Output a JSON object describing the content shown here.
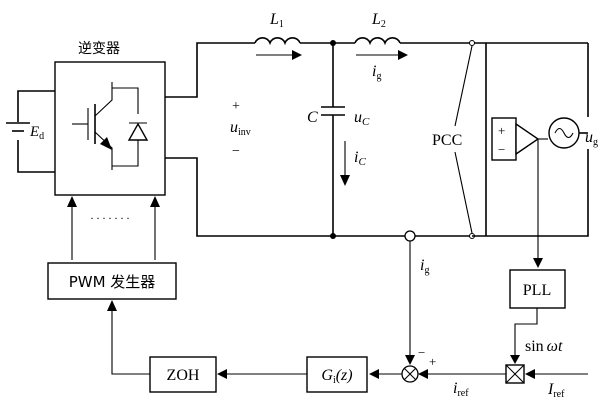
{
  "inverter_title": "逆变器",
  "dc_source": {
    "main": "E",
    "sub": "d"
  },
  "inductor_L1": {
    "main": "L",
    "sub": "1"
  },
  "inductor_L2": {
    "main": "L",
    "sub": "2"
  },
  "capacitor": {
    "label": "C",
    "voltage_main": "u",
    "voltage_sub": "C",
    "current_main": "i",
    "current_sub": "C"
  },
  "inverter_voltage": {
    "main": "u",
    "sub": "inv",
    "plus": "+",
    "minus": "−"
  },
  "grid_current_top": {
    "main": "i",
    "sub": "g"
  },
  "grid_current_sense": {
    "main": "i",
    "sub": "g"
  },
  "pcc_label": "PCC",
  "grid_voltage": {
    "main": "u",
    "sub": "g"
  },
  "comparator": {
    "plus": "+",
    "minus": "−"
  },
  "pll_label": "PLL",
  "sin_label": {
    "text": "sin",
    "var": "ωt"
  },
  "pwm_label": "PWM 发生器",
  "zoh_label": "ZOH",
  "controller": {
    "main": "G",
    "sub": "i",
    "arg": "(z)"
  },
  "i_ref": {
    "main": "i",
    "sub": "ref"
  },
  "I_ref": {
    "main": "I",
    "sub": "ref"
  },
  "sum_signs": {
    "minus": "−",
    "plus": "+"
  },
  "ellipsis": "·······"
}
